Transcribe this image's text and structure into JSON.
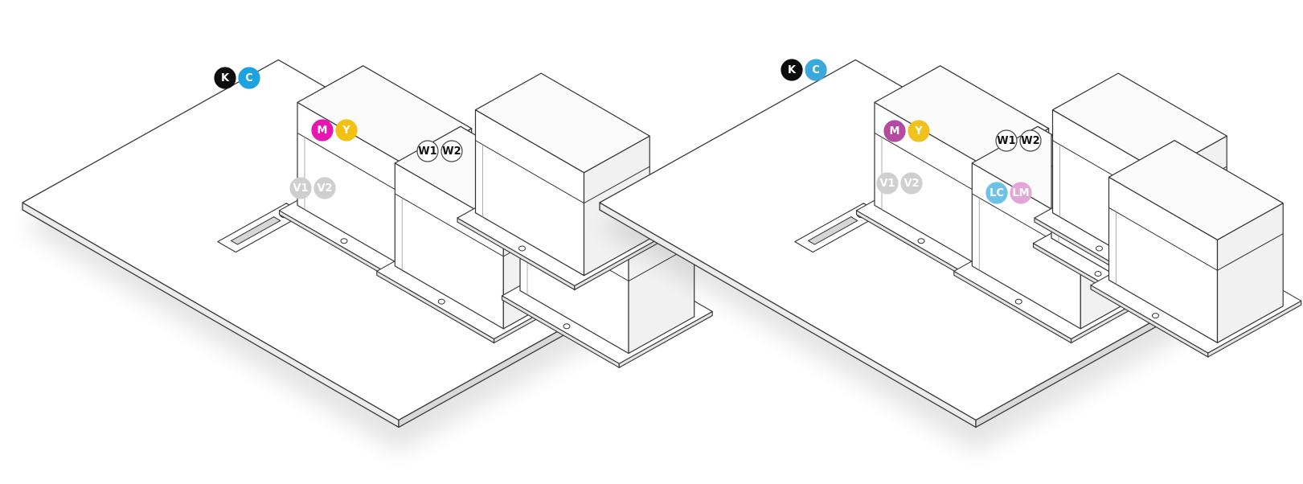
{
  "diagrams": [
    {
      "heads": [
        {
          "badges": [
            {
              "label": "K",
              "fill": "#0d0d0d",
              "text": "#ffffff",
              "stroke": "#0d0d0d"
            },
            {
              "label": "C",
              "fill": "#1aa3e0",
              "text": "#ffffff",
              "stroke": "#1aa3e0"
            }
          ]
        },
        {
          "badges": [
            {
              "label": "M",
              "fill": "#e815b0",
              "text": "#ffffff",
              "stroke": "#e815b0"
            },
            {
              "label": "Y",
              "fill": "#f2c112",
              "text": "#ffffff",
              "stroke": "#f2c112"
            }
          ]
        },
        {
          "badges": [
            {
              "label": "V1",
              "fill": "#cfcfcf",
              "text": "#ffffff",
              "stroke": "#cfcfcf"
            },
            {
              "label": "V2",
              "fill": "#cfcfcf",
              "text": "#ffffff",
              "stroke": "#cfcfcf"
            }
          ]
        },
        {
          "badges": [
            {
              "label": "W1",
              "fill": "#ffffff",
              "text": "#111111",
              "stroke": "#444444"
            },
            {
              "label": "W2",
              "fill": "#ffffff",
              "text": "#111111",
              "stroke": "#444444"
            }
          ]
        }
      ]
    },
    {
      "heads": [
        {
          "badges": [
            {
              "label": "K",
              "fill": "#0d0d0d",
              "text": "#ffffff",
              "stroke": "#0d0d0d"
            },
            {
              "label": "C",
              "fill": "#3aa8dc",
              "text": "#ffffff",
              "stroke": "#3aa8dc"
            }
          ]
        },
        {
          "badges": [
            {
              "label": "M",
              "fill": "#b54aa3",
              "text": "#ffffff",
              "stroke": "#b54aa3"
            },
            {
              "label": "Y",
              "fill": "#f0c21c",
              "text": "#ffffff",
              "stroke": "#f0c21c"
            }
          ]
        },
        {
          "badges": [
            {
              "label": "V1",
              "fill": "#cfcfcf",
              "text": "#ffffff",
              "stroke": "#cfcfcf"
            },
            {
              "label": "V2",
              "fill": "#cfcfcf",
              "text": "#ffffff",
              "stroke": "#cfcfcf"
            }
          ]
        },
        {
          "badges": [
            {
              "label": "W1",
              "fill": "#ffffff",
              "text": "#111111",
              "stroke": "#444444"
            },
            {
              "label": "W2",
              "fill": "#ffffff",
              "text": "#111111",
              "stroke": "#444444"
            }
          ]
        },
        {
          "badges": [
            {
              "label": "LC",
              "fill": "#6cc3e6",
              "text": "#ffffff",
              "stroke": "#6cc3e6"
            },
            {
              "label": "LM",
              "fill": "#e3a6d6",
              "text": "#ffffff",
              "stroke": "#e3a6d6"
            }
          ]
        }
      ]
    }
  ]
}
